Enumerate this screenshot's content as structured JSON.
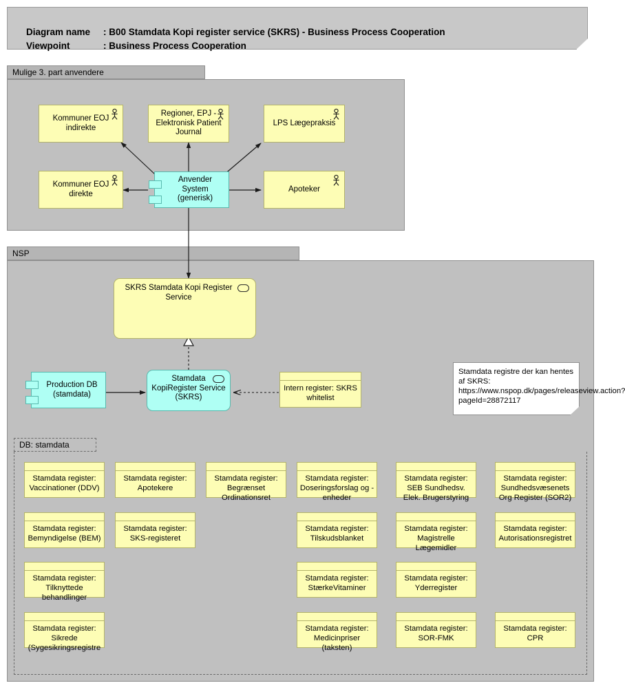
{
  "header": {
    "diagram_name_key": "Diagram name",
    "diagram_name_value": ": B00 Stamdata Kopi register service (SKRS) - Business Process Cooperation",
    "viewpoint_key": "Viewpoint",
    "viewpoint_value": ": Business Process Cooperation"
  },
  "groups": {
    "third_party": {
      "label": "Mulige 3. part anvendere"
    },
    "nsp": {
      "label": "NSP"
    },
    "db_stamdata": {
      "label": "DB: stamdata"
    }
  },
  "third_party_nodes": [
    {
      "label": "Kommuner EOJ indirekte",
      "type": "actor"
    },
    {
      "label": "Regioner, EPJ - Elektronisk Patient Journal",
      "type": "actor"
    },
    {
      "label": "LPS Lægepraksis",
      "type": "actor"
    },
    {
      "label": "Kommuner EOJ direkte",
      "type": "actor"
    },
    {
      "label": "Apoteker",
      "type": "actor"
    },
    {
      "label": "Anvender System (generisk)",
      "type": "component"
    }
  ],
  "nsp_nodes": {
    "skrs_service": {
      "label": "SKRS Stamdata Kopi Register Service",
      "type": "service"
    },
    "production_db": {
      "label": "Production DB (stamdata)",
      "type": "component"
    },
    "kopiregister_service": {
      "label": "Stamdata KopiRegister Service (SKRS)",
      "type": "service"
    },
    "whitelist": {
      "label": "Intern register: SKRS whitelist",
      "type": "register"
    }
  },
  "note": {
    "text": "Stamdata registre der kan hentes af SKRS: https://www.nspop.dk/pages/releaseview.action?pageId=28872117"
  },
  "registers": [
    {
      "label": "Stamdata register: Vaccinationer (DDV)",
      "col": 0,
      "row": 0
    },
    {
      "label": "Stamdata register: Apotekere",
      "col": 1,
      "row": 0
    },
    {
      "label": "Stamdata register: Begrænset Ordinationsret",
      "col": 2,
      "row": 0
    },
    {
      "label": "Stamdata register: Doseringsforslag og -enheder",
      "col": 3,
      "row": 0
    },
    {
      "label": "Stamdata register: SEB Sundhedsv. Elek. Brugerstyring",
      "col": 4,
      "row": 0
    },
    {
      "label": "Stamdata register: Sundhedsvæsenets Org Register (SOR2)",
      "col": 5,
      "row": 0
    },
    {
      "label": "Stamdata register: Bemyndigelse (BEM)",
      "col": 0,
      "row": 1
    },
    {
      "label": "Stamdata register: SKS-registeret",
      "col": 1,
      "row": 1
    },
    {
      "label": "Stamdata register: Tilskudsblanket",
      "col": 3,
      "row": 1
    },
    {
      "label": "Stamdata register: Magistrelle Lægemidler",
      "col": 4,
      "row": 1
    },
    {
      "label": "Stamdata register: Autorisationsregistret",
      "col": 5,
      "row": 1
    },
    {
      "label": "Stamdata register: Tilknyttede behandlinger",
      "col": 0,
      "row": 2
    },
    {
      "label": "Stamdata register: StærkeVitaminer",
      "col": 3,
      "row": 2
    },
    {
      "label": "Stamdata register: Yderregister",
      "col": 4,
      "row": 2
    },
    {
      "label": "Stamdata register: Sikrede (Sygesikringsregistre",
      "col": 0,
      "row": 3
    },
    {
      "label": "Stamdata register: Medicinpriser (taksten)",
      "col": 3,
      "row": 3
    },
    {
      "label": "Stamdata register: SOR-FMK",
      "col": 4,
      "row": 3
    },
    {
      "label": "Stamdata register: CPR",
      "col": 5,
      "row": 3
    }
  ],
  "colors": {
    "yellow_fill": "#fdfdb5",
    "yellow_stroke": "#b3b36a",
    "cyan_fill": "#affff4",
    "cyan_stroke": "#58b9ae",
    "group_fill": "#c0c0c0",
    "group_tab": "#b5b5b5",
    "banner_fill": "#c8c8c8",
    "note_fill": "#ffffff"
  }
}
